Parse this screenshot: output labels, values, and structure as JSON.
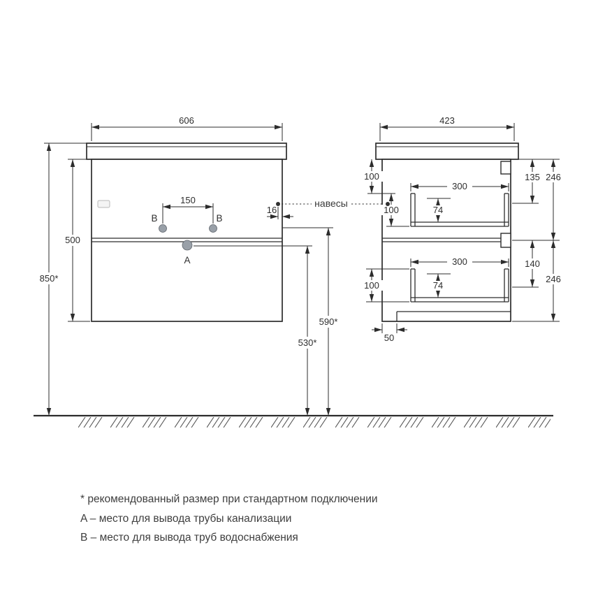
{
  "drawing": {
    "front": {
      "width": "606",
      "overall_height": "850*",
      "body_height": "500",
      "pipe_span": "150",
      "hanger_inset": "16",
      "supply_height": "590*",
      "drain_height": "530*",
      "hangers_label": "навесы",
      "point_a": "A",
      "point_b": "B"
    },
    "side": {
      "depth": "423",
      "top_offset": "100",
      "drawer_top_height": "100",
      "bottom_clearance": "100",
      "drawer_top_width": "300",
      "drawer_top_inner": "74",
      "drawer_bottom_width": "300",
      "drawer_bottom_inner": "74",
      "hanger_drop": "135",
      "top_section": "246",
      "slide_drop": "140",
      "bottom_section": "246",
      "base_inset": "50"
    },
    "legend": {
      "recommended": "* рекомендованный размер при стандартном подключении",
      "point_a": "A – место для вывода трубы канализации",
      "point_b": "B – место для вывода труб водоснабжения"
    }
  }
}
